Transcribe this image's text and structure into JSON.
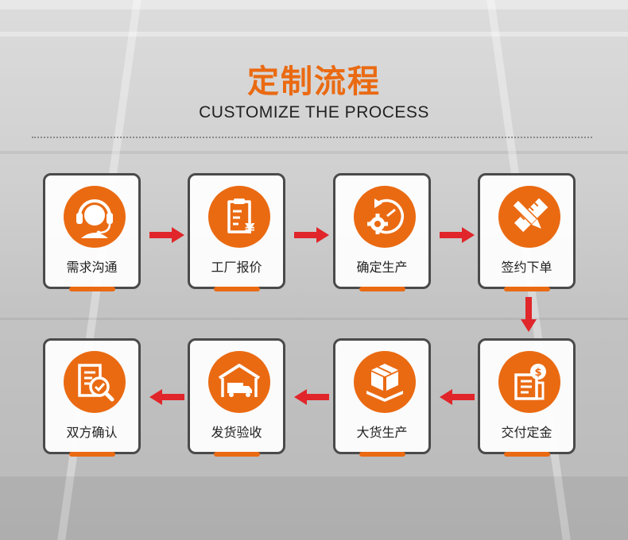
{
  "header": {
    "title_cn": "定制流程",
    "title_en": "CUSTOMIZE THE PROCESS"
  },
  "colors": {
    "accent": "#ea6a12",
    "arrow": "#e0262a",
    "card_border": "#4a4a4a"
  },
  "steps": [
    {
      "label": "需求沟通",
      "icon": "headset-icon"
    },
    {
      "label": "工厂报价",
      "icon": "quote-document-icon"
    },
    {
      "label": "确定生产",
      "icon": "gear-cycle-icon"
    },
    {
      "label": "签约下单",
      "icon": "pencil-ruler-icon"
    },
    {
      "label": "交付定金",
      "icon": "payment-receipt-icon"
    },
    {
      "label": "大货生产",
      "icon": "pallet-box-icon"
    },
    {
      "label": "发货验收",
      "icon": "warehouse-truck-icon"
    },
    {
      "label": "双方确认",
      "icon": "document-magnifier-icon"
    }
  ]
}
